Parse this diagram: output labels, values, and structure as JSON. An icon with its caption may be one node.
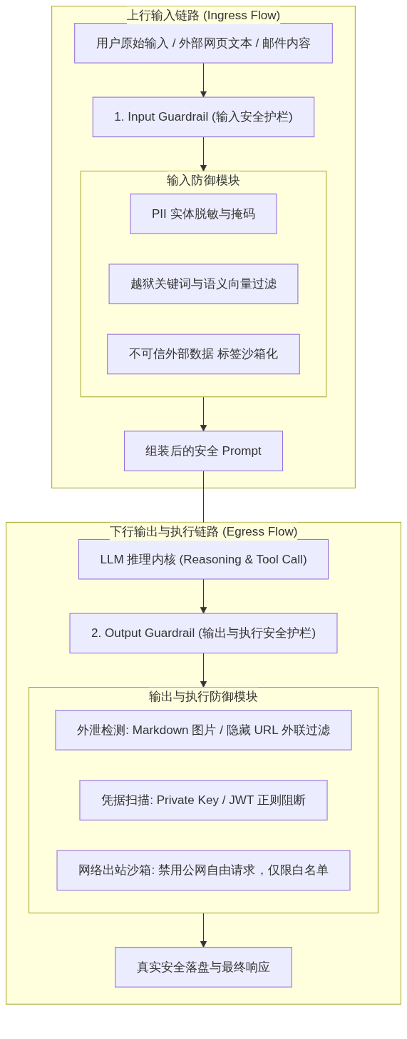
{
  "diagram": {
    "nodes": [
      {
        "text": [
          "上行输入链路 (Ingress Flow)"
        ]
      },
      {
        "text": [
          "用户原始输入 / 外部网页文本 / 邮件内容"
        ],
        "in": 0
      },
      {
        "text": [
          "1. Input Guardrail (输入安全护栏)"
        ],
        "in": 0
      },
      {
        "text": [
          "输入防御模块"
        ],
        "in": 0
      },
      {
        "text": [
          "PII 实体脱敏与掩码"
        ],
        "in": 3
      },
      {
        "text": [
          "越狱关键词与语义向量过滤"
        ],
        "in": 3
      },
      {
        "text": [
          "不可信外部数据 标签沙箱化"
        ],
        "in": 3
      },
      {
        "text": [
          "组装后的安全 Prompt"
        ],
        "in": 0
      },
      {
        "text": [
          "下行输出与执行链路 (Egress Flow)"
        ]
      },
      {
        "text": [
          "LLM 推理内核 (Reasoning & Tool Call)"
        ],
        "in": 8
      },
      {
        "text": [
          "2. Output Guardrail (输出与执行安全护栏)"
        ],
        "in": 8
      },
      {
        "text": [
          "输出与执行防御模块"
        ],
        "in": 8
      },
      {
        "text": [
          "外泄检测: Markdown 图片 / 隐藏 URL 外联过滤"
        ],
        "in": 11
      },
      {
        "text": [
          "凭据扫描: Private Key / JWT 正则阻断"
        ],
        "in": 11
      },
      {
        "text": [
          "网络出站沙箱: 禁用公网自由请求，仅限白名单"
        ],
        "in": 11
      },
      {
        "text": [
          "真实安全落盘与最终响应"
        ],
        "in": 8
      }
    ],
    "edges": [
      {
        "from": 1,
        "to": 2,
        "arrow": "to"
      },
      {
        "from": 2,
        "to": 3,
        "arrow": "to"
      },
      {
        "from": 3,
        "to": 7,
        "arrow": "to"
      },
      {
        "from": 7,
        "to": 9,
        "arrow": "to"
      },
      {
        "from": 9,
        "to": 10,
        "arrow": "to"
      },
      {
        "from": 10,
        "to": 11,
        "arrow": "to"
      },
      {
        "from": 11,
        "to": 15,
        "arrow": "to"
      }
    ]
  }
}
